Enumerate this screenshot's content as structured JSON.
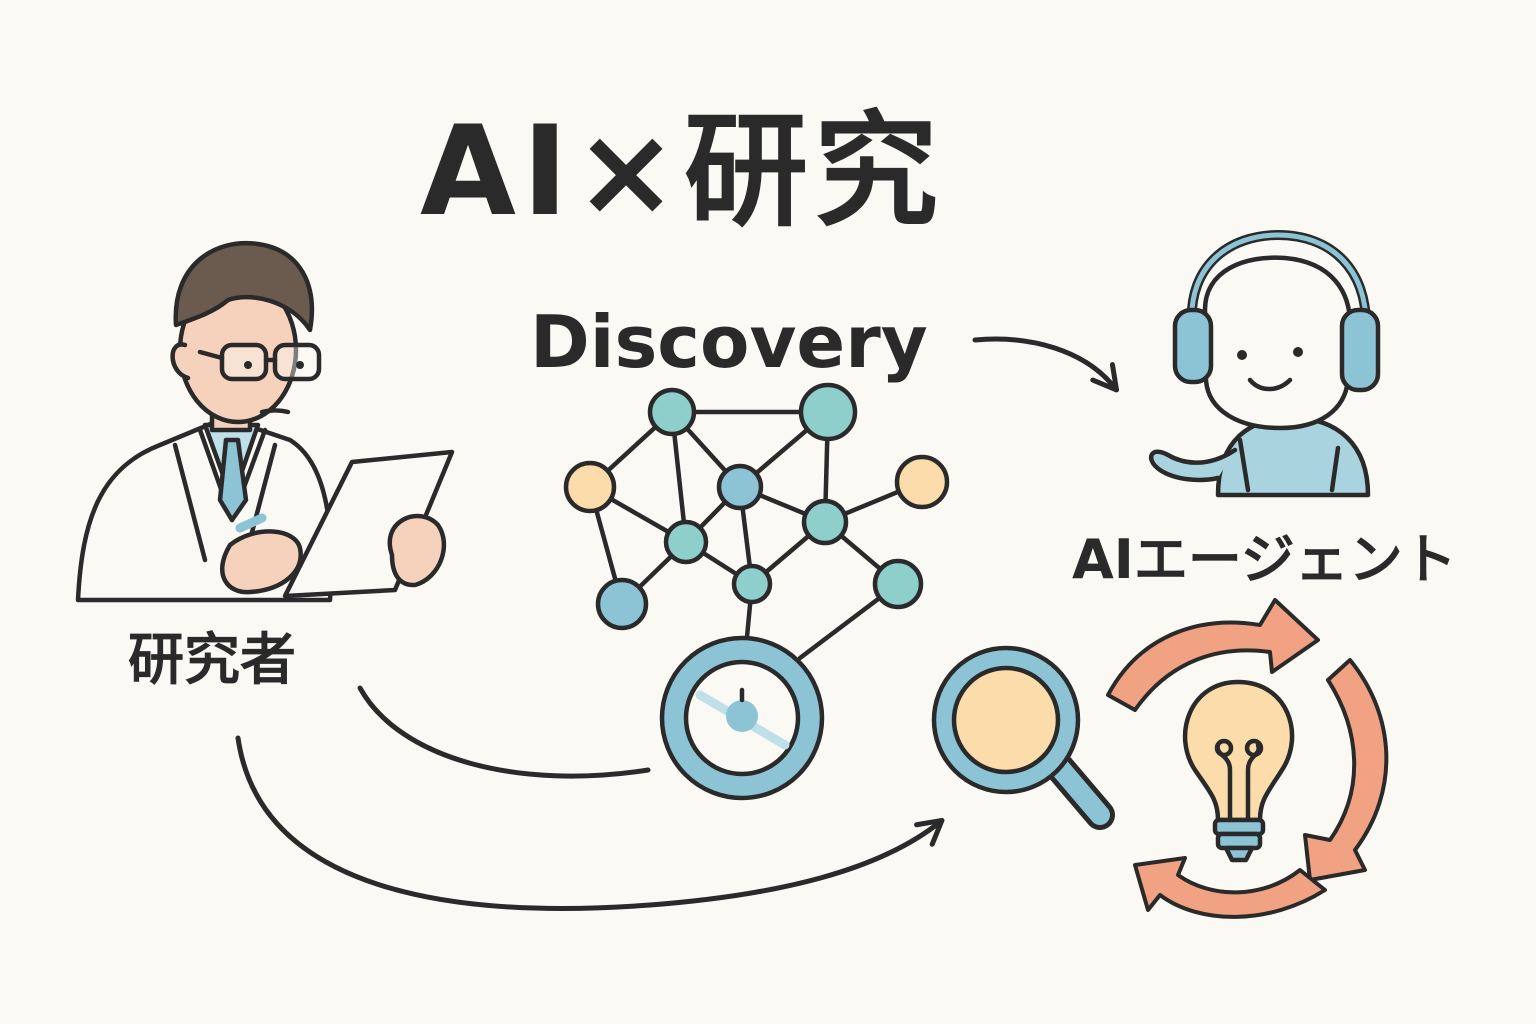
{
  "title": "AI×研究",
  "labels": {
    "discovery": "Discovery",
    "researcher": "研究者",
    "ai_agent": "AIエージェント"
  },
  "colors": {
    "background": "#fbf9f4",
    "outline": "#2a2a2a",
    "blue": "#8cc4d6",
    "teal": "#8ecfcc",
    "yellow": "#fbdcaa",
    "skin": "#f6d2bd",
    "orange": "#f0a283"
  },
  "icons": [
    "researcher-figure",
    "network-graph-icon",
    "magnifier-icon",
    "search-icon",
    "ai-robot-icon",
    "lightbulb-icon",
    "cycle-arrows-icon",
    "arrow-icon"
  ]
}
